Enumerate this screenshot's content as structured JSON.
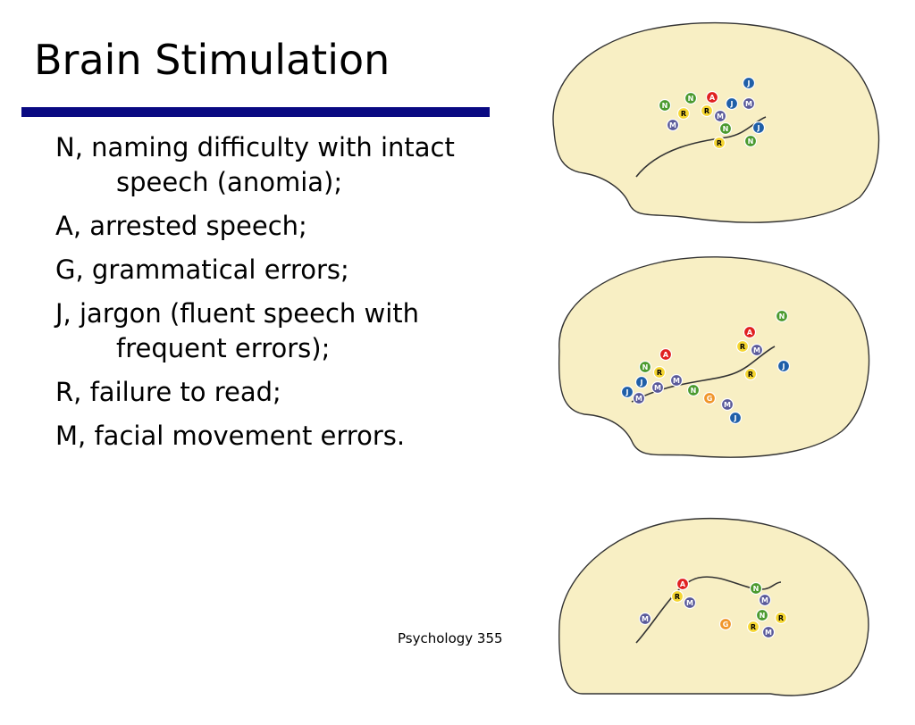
{
  "title": "Brain Stimulation",
  "bullets": [
    "N, naming difficulty with intact speech (anomia);",
    "A, arrested speech;",
    "G, grammatical errors;",
    "J, jargon (fluent speech with frequent errors);",
    "R, failure to read;",
    "M, facial movement errors."
  ],
  "footer": "Psychology 355",
  "colors": {
    "title_rule": "#0a0a82",
    "brain_fill": "#f8efc4",
    "N": "#4a9a2e",
    "A": "#e02020",
    "G": "#f0952a",
    "J": "#1f5fa8",
    "R": "#f5d632",
    "M": "#5a5a9a"
  }
}
